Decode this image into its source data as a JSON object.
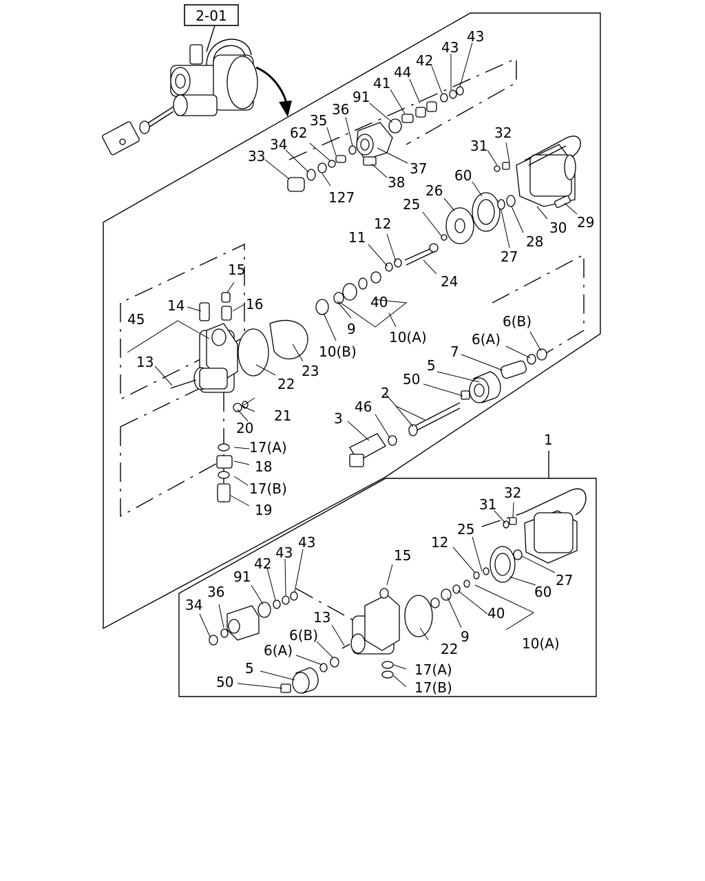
{
  "figure_ref": "2-01",
  "labels": {
    "top": [
      {
        "id": "p43a",
        "text": "43"
      },
      {
        "id": "p43b",
        "text": "43"
      },
      {
        "id": "p42",
        "text": "42"
      },
      {
        "id": "p44",
        "text": "44"
      },
      {
        "id": "p41",
        "text": "41"
      },
      {
        "id": "p91",
        "text": "91"
      },
      {
        "id": "p36",
        "text": "36"
      },
      {
        "id": "p35",
        "text": "35"
      },
      {
        "id": "p62",
        "text": "62"
      },
      {
        "id": "p34",
        "text": "34"
      },
      {
        "id": "p33",
        "text": "33"
      },
      {
        "id": "p127",
        "text": "127"
      },
      {
        "id": "p37",
        "text": "37"
      },
      {
        "id": "p38",
        "text": "38"
      },
      {
        "id": "p32",
        "text": "32"
      },
      {
        "id": "p31",
        "text": "31"
      },
      {
        "id": "p29",
        "text": "29"
      },
      {
        "id": "p30",
        "text": "30"
      },
      {
        "id": "p28",
        "text": "28"
      },
      {
        "id": "p27",
        "text": "27"
      },
      {
        "id": "p60",
        "text": "60"
      },
      {
        "id": "p26",
        "text": "26"
      },
      {
        "id": "p25",
        "text": "25"
      },
      {
        "id": "p12",
        "text": "12"
      },
      {
        "id": "p11",
        "text": "11"
      },
      {
        "id": "p24",
        "text": "24"
      },
      {
        "id": "p40",
        "text": "40"
      },
      {
        "id": "p15",
        "text": "15"
      },
      {
        "id": "p14",
        "text": "14"
      },
      {
        "id": "p16",
        "text": "16"
      },
      {
        "id": "p45",
        "text": "45"
      },
      {
        "id": "p13",
        "text": "13"
      },
      {
        "id": "p23",
        "text": "23"
      },
      {
        "id": "p22",
        "text": "22"
      },
      {
        "id": "p9",
        "text": "9"
      },
      {
        "id": "p10B",
        "text": "10(B)"
      },
      {
        "id": "p10A",
        "text": "10(A)"
      },
      {
        "id": "p6B",
        "text": "6(B)"
      },
      {
        "id": "p6A",
        "text": "6(A)"
      },
      {
        "id": "p7",
        "text": "7"
      },
      {
        "id": "p5",
        "text": "5"
      },
      {
        "id": "p50",
        "text": "50"
      },
      {
        "id": "p2",
        "text": "2"
      },
      {
        "id": "p46",
        "text": "46"
      },
      {
        "id": "p3",
        "text": "3"
      },
      {
        "id": "p21",
        "text": "21"
      },
      {
        "id": "p20",
        "text": "20"
      },
      {
        "id": "p17A",
        "text": "17(A)"
      },
      {
        "id": "p18",
        "text": "18"
      },
      {
        "id": "p17B",
        "text": "17(B)"
      },
      {
        "id": "p19",
        "text": "19"
      }
    ],
    "kit": [
      {
        "id": "k1",
        "text": "1"
      },
      {
        "id": "k32",
        "text": "32"
      },
      {
        "id": "k31",
        "text": "31"
      },
      {
        "id": "k25",
        "text": "25"
      },
      {
        "id": "k12",
        "text": "12"
      },
      {
        "id": "k15",
        "text": "15"
      },
      {
        "id": "k43a",
        "text": "43"
      },
      {
        "id": "k43b",
        "text": "43"
      },
      {
        "id": "k42",
        "text": "42"
      },
      {
        "id": "k91",
        "text": "91"
      },
      {
        "id": "k36",
        "text": "36"
      },
      {
        "id": "k34",
        "text": "34"
      },
      {
        "id": "k13",
        "text": "13"
      },
      {
        "id": "k6B",
        "text": "6(B)"
      },
      {
        "id": "k6A",
        "text": "6(A)"
      },
      {
        "id": "k5",
        "text": "5"
      },
      {
        "id": "k50",
        "text": "50"
      },
      {
        "id": "k22",
        "text": "22"
      },
      {
        "id": "k9",
        "text": "9"
      },
      {
        "id": "k40",
        "text": "40"
      },
      {
        "id": "k10A",
        "text": "10(A)"
      },
      {
        "id": "k27",
        "text": "27"
      },
      {
        "id": "k60",
        "text": "60"
      },
      {
        "id": "k17A",
        "text": "17(A)"
      },
      {
        "id": "k17B",
        "text": "17(B)"
      }
    ]
  }
}
